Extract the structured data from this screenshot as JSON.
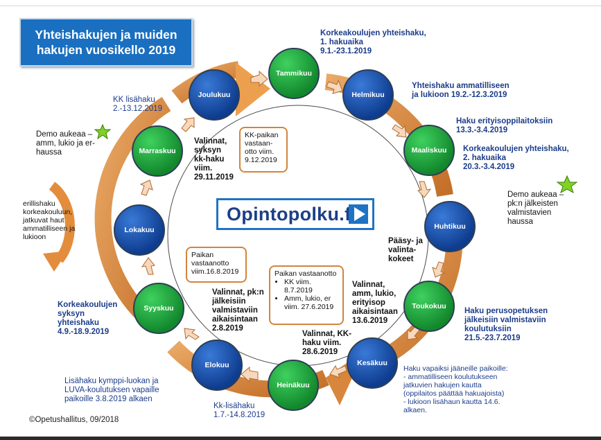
{
  "title": {
    "line1": "Yhteishakujen ja muiden",
    "line2": "hakujen vuosikello 2019"
  },
  "logo": {
    "text": "Opintopolku.fi"
  },
  "months": {
    "tammikuu": "Tammikuu",
    "helmikuu": "Helmikuu",
    "maaliskuu": "Maaliskuu",
    "huhtikuu": "Huhtikuu",
    "toukokuu": "Toukokuu",
    "kesakuu": "Kesäkuu",
    "heinakuu": "Heinäkuu",
    "elokuu": "Elokuu",
    "syyskuu": "Syyskuu",
    "lokakuu": "Lokakuu",
    "marraskuu": "Marraskuu",
    "joulukuu": "Joulukuu"
  },
  "labels": {
    "kk_first": [
      "Korkeakoulujen yhteishaku,",
      "1. hakuaika",
      "9.1.-23.1.2019"
    ],
    "ammatillinen": [
      "Yhteishaku ammatilliseen",
      "ja lukioon 19.2.-12.3.2019"
    ],
    "erityis": [
      "Haku erityisoppilaitoksiin",
      "13.3.-3.4.2019"
    ],
    "kk_second": [
      "Korkeakoulujen yhteishaku,",
      "2. hakuaika",
      "20.3.-3.4.2019"
    ],
    "demo_right": [
      "Demo aukeaa –",
      "pk:n jälkeisten",
      "valmistavien",
      "haussa"
    ],
    "paasy": [
      "Pääsy- ja",
      "valinta-",
      "kokeet"
    ],
    "valinnat_amm": [
      "Valinnat,",
      "amm, lukio,",
      "erityisop",
      "aikaisintaan",
      "13.6.2019"
    ],
    "perusopetus": [
      "Haku perusopetuksen",
      "jälkeisiin valmistaviin",
      "koulutuksiin",
      "21.5.-23.7.2019"
    ],
    "vapaat": [
      "Haku vapaiksi jääneille paikoille:",
      "- ammatilliseen koulutukseen",
      "jatkuvien hakujen kautta",
      "(oppilaitos päättää hakuajoista)",
      "- lukioon lisähaun kautta 14.6.",
      "alkaen."
    ],
    "valinnat_kk": [
      "Valinnat, KK-",
      "haku viim.",
      "28.6.2019"
    ],
    "kk_lisahaku_summer": [
      "Kk-lisähaku",
      "1.7.-14.8.2019"
    ],
    "kymppi": [
      "Lisähaku kymppi-luokan ja",
      "LUVA-koulutuksen vapaille",
      "paikoille 3.8.2019 alkaen"
    ],
    "kk_syksy": [
      "Korkeakoulujen",
      "syksyn",
      "yhteishaku",
      "4.9.-18.9.2019"
    ],
    "valinnat_pk": [
      "Valinnat, pk:n",
      "jälkeisiin",
      "valmistaviin",
      "aikaisintaan",
      "2.8.2019"
    ],
    "erillishaku": [
      "erillishaku",
      "korkeakouluun,",
      "jatkuvat haut",
      "ammatilliseen ja",
      "lukioon"
    ],
    "demo_left": [
      "Demo aukeaa –",
      "amm, lukio ja er-",
      "haussa"
    ],
    "kk_lisahaku_dec": [
      "KK lisähaku",
      "2.-13.12.2019"
    ],
    "valinnat_syksy": [
      "Valinnat,",
      "syksyn",
      "kk-haku",
      "viim.",
      "29.11.2019"
    ]
  },
  "callouts": {
    "kk_paikan": [
      "KK-paikan",
      "vastaan-",
      "otto viim.",
      "9.12.2019"
    ],
    "paikan_16_8": [
      "Paikan",
      "vastaanotto",
      "viim.16.8.2019"
    ],
    "paikan_summer": {
      "title": "Paikan vastaanotto",
      "items": [
        "KK viim.",
        "8.7.2019",
        "Amm, lukio, er",
        "viim. 27.6.2019"
      ]
    }
  },
  "footer": {
    "copyright": "©Opetushallitus, 09/2018"
  },
  "colors": {
    "ring": "#c97a35",
    "ring_light": "#e9a865",
    "title_bg": "#1a6fc0",
    "month_blue": "#1450b0",
    "month_green": "#1ea83c",
    "label_blue": "#1b3c8a",
    "callout_border": "#d2843c",
    "star": "#7fd321"
  },
  "icons": [
    "star-icon",
    "arrow-right-icon",
    "curved-arrow-icon"
  ]
}
